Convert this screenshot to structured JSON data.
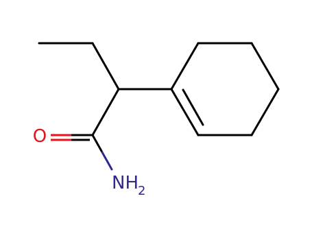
{
  "molecule": {
    "atom_labels": {
      "oxygen": "O",
      "nitrogen": "NH",
      "h_count": "2"
    },
    "colors": {
      "bond": "#000000",
      "oxygen": "#e8121a",
      "nitrogen": "#2e2a8c"
    }
  }
}
